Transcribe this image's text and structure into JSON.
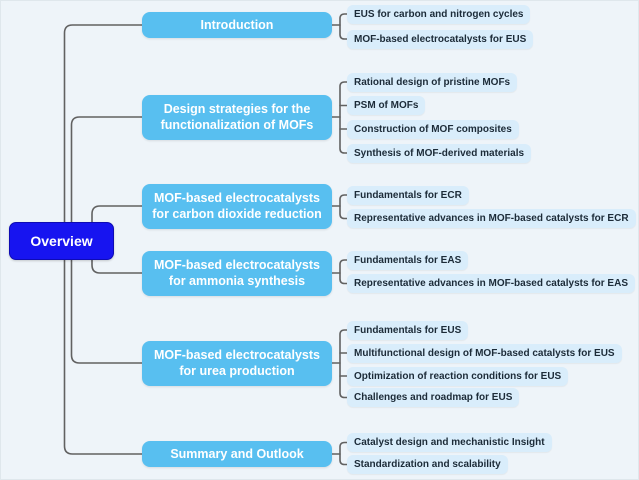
{
  "root": {
    "label": "Overview"
  },
  "branches": [
    {
      "label": "Introduction",
      "children": [
        "EUS for carbon and nitrogen cycles",
        "MOF-based electrocatalysts for EUS"
      ]
    },
    {
      "label": "Design strategies for the functionalization of MOFs",
      "children": [
        "Rational design of pristine MOFs",
        "PSM of MOFs",
        "Construction of MOF composites",
        "Synthesis of MOF-derived materials"
      ]
    },
    {
      "label": "MOF-based electrocatalysts for carbon dioxide reduction",
      "children": [
        "Fundamentals for ECR",
        "Representative advances in MOF-based catalysts for ECR"
      ]
    },
    {
      "label": "MOF-based electrocatalysts for ammonia synthesis",
      "children": [
        "Fundamentals for EAS",
        "Representative advances in MOF-based catalysts for EAS"
      ]
    },
    {
      "label": "MOF-based electrocatalysts for urea production",
      "children": [
        "Fundamentals for EUS",
        "Multifunctional design of MOF-based catalysts for EUS",
        "Optimization of reaction conditions for EUS",
        "Challenges and roadmap for EUS"
      ]
    },
    {
      "label": "Summary and Outlook",
      "children": [
        "Catalyst design and mechanistic Insight",
        "Standardization and scalability"
      ]
    }
  ],
  "colors": {
    "background": "#eef4f9",
    "root_bg": "#1714f0",
    "root_border": "#0e0bb4",
    "branch_bg": "#58bff0",
    "leaf_bg": "#d9edfb",
    "leaf_text": "#1c2b38",
    "line_color": "#616161"
  }
}
